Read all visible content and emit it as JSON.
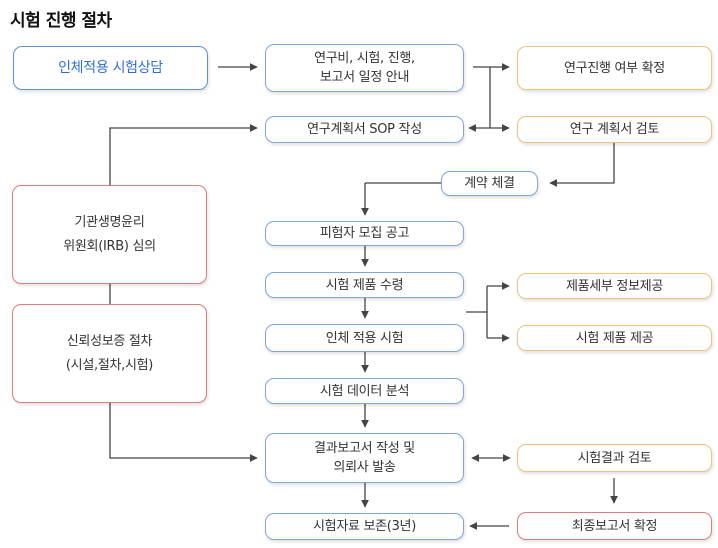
{
  "page_title": "시험 진행 절차",
  "nodes": {
    "consult": "인체적용 시험상담",
    "cost_schedule": "연구비, 시험, 진행,\n보고서 일정 안내",
    "confirm_progress": "연구진행 여부 확정",
    "sop": "연구계획서 SOP 작성",
    "plan_review": "연구 계획서 검토",
    "contract": "계약 체결",
    "recruit": "피험자 모집 공고",
    "receive_product": "시험 제품 수령",
    "product_info": "제품세부 정보제공",
    "apply_test": "인체 적용 시험",
    "provide_product": "시험 제품 제공",
    "data_analysis": "시험 데이터 분석",
    "report_write": "결과보고서 작성 및\n의뢰사 발송",
    "review_result": "시험결과 검토",
    "archive": "시험자료 보존(3년)",
    "final_report": "최종보고서 확정",
    "irb": "기관생명윤리\n위원회(IRB) 심의",
    "reliability": "신뢰성보증 절차\n(시설,절차,시험)"
  },
  "colors": {
    "blue_border": "#7ea7dc",
    "orange_border": "#f1c27a",
    "red_border": "#e27b7b",
    "accent_text": "#2f6fd6",
    "arrow": "#444444"
  }
}
